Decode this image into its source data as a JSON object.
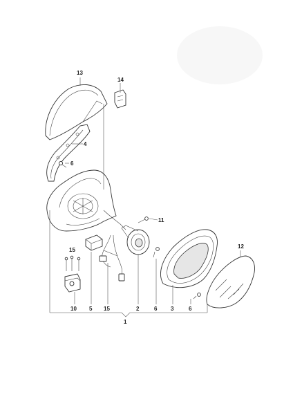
{
  "diagram": {
    "callouts": {
      "c13": "13",
      "c14": "14",
      "c4": "4",
      "c6a": "6",
      "c11": "11",
      "c15a": "15",
      "c12": "12",
      "c10": "10",
      "c5": "5",
      "c15b": "15",
      "c2": "2",
      "c6b": "6",
      "c3": "3",
      "c6c": "6",
      "c1": "1"
    }
  }
}
